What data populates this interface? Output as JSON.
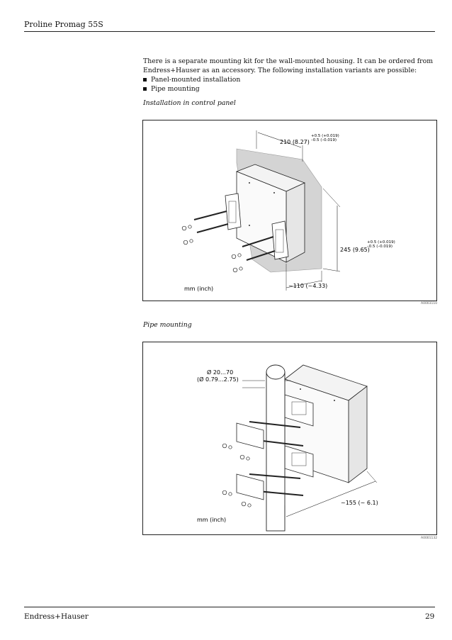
{
  "header": {
    "title": "Proline Promag 55S"
  },
  "intro": {
    "text": "There is a separate mounting kit for the wall-mounted housing. It can be ordered from Endress+Hauser as an accessory. The following installation variants are possible:",
    "bullets": [
      "Panel-mounted installation",
      "Pipe mounting"
    ]
  },
  "figure1": {
    "caption": "Installation in control panel",
    "dim_width": "210 (8.27)",
    "tol_width_upper": "+0.5 (+0.019)",
    "tol_width_lower": "–0.5 (–0.019)",
    "dim_height": "245 (9.65)",
    "tol_height_upper": "+0.5 (+0.019)",
    "tol_height_lower": "–0.5 (–0.019)",
    "dim_depth": "~110 (~4.33)",
    "units": "mm (inch)",
    "id": "A0003110"
  },
  "figure2": {
    "caption": "Pipe mounting",
    "dim_diameter": "Ø 20…70",
    "dim_diameter_inch": "(Ø 0.79…2.75)",
    "dim_depth": "~155 (~ 6.1)",
    "units": "mm (inch)",
    "id": "A0001132"
  },
  "footer": {
    "brand": "Endress+Hauser",
    "page": "29"
  }
}
